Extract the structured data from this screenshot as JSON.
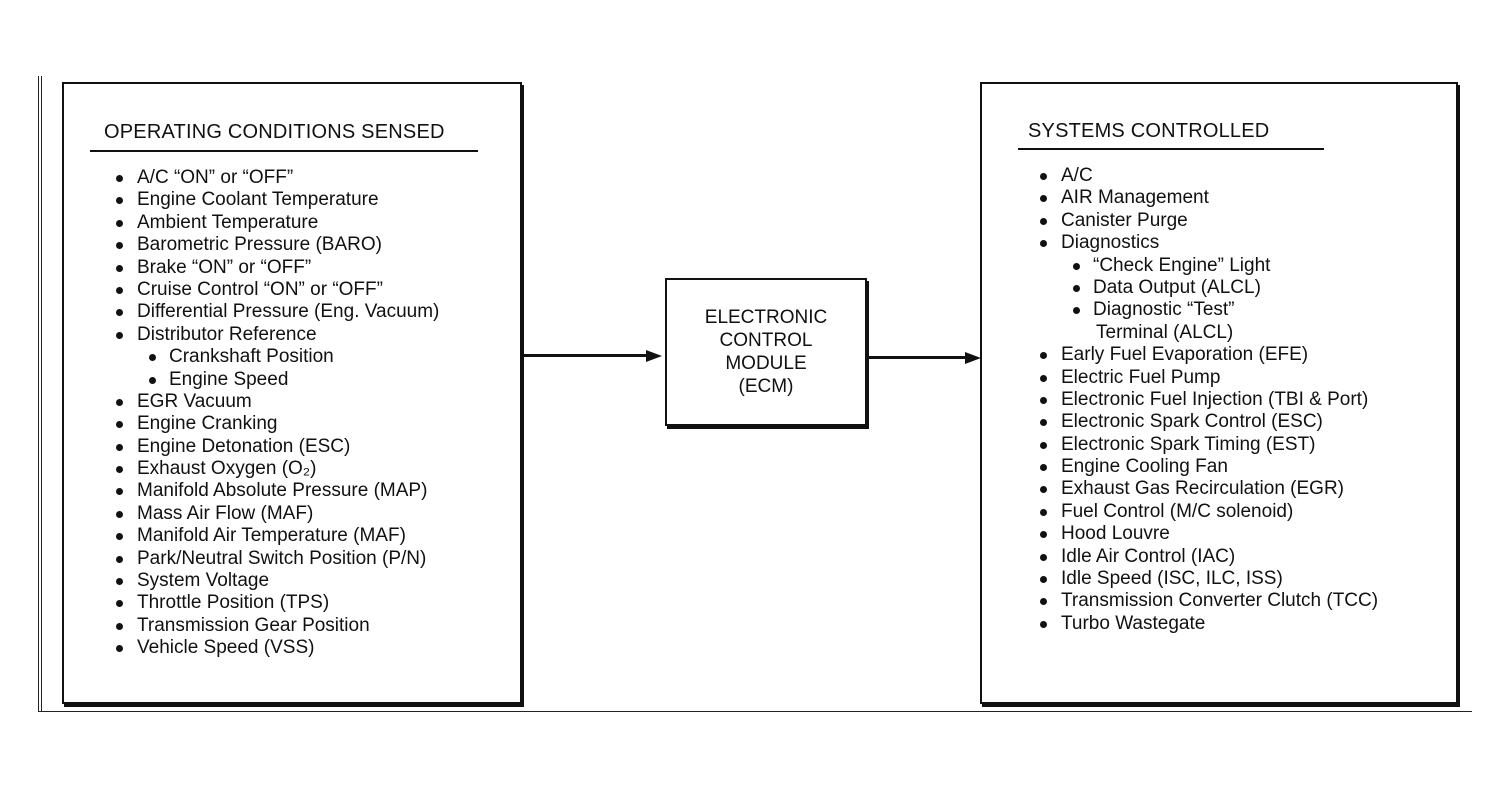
{
  "sensed": {
    "heading": "OPERATING CONDITIONS SENSED",
    "items": [
      {
        "text": "A/C “ON” or “OFF”",
        "level": 0
      },
      {
        "text": "Engine Coolant Temperature",
        "level": 0
      },
      {
        "text": "Ambient Temperature",
        "level": 0
      },
      {
        "text": "Barometric Pressure (BARO)",
        "level": 0
      },
      {
        "text": "Brake “ON” or “OFF”",
        "level": 0
      },
      {
        "text": "Cruise Control “ON” or “OFF”",
        "level": 0
      },
      {
        "text": "Differential Pressure (Eng. Vacuum)",
        "level": 0
      },
      {
        "text": "Distributor Reference",
        "level": 0
      },
      {
        "text": "Crankshaft Position",
        "level": 1
      },
      {
        "text": "Engine Speed",
        "level": 1
      },
      {
        "text": "EGR Vacuum",
        "level": 0
      },
      {
        "text": "Engine Cranking",
        "level": 0
      },
      {
        "text": "Engine Detonation (ESC)",
        "level": 0
      },
      {
        "text": "Exhaust Oxygen (O₂)",
        "level": 0
      },
      {
        "text": "Manifold Absolute Pressure (MAP)",
        "level": 0
      },
      {
        "text": "Mass Air Flow (MAF)",
        "level": 0
      },
      {
        "text": "Manifold Air Temperature (MAF)",
        "level": 0
      },
      {
        "text": "Park/Neutral Switch Position (P/N)",
        "level": 0
      },
      {
        "text": "System Voltage",
        "level": 0
      },
      {
        "text": "Throttle Position (TPS)",
        "level": 0
      },
      {
        "text": "Transmission Gear Position",
        "level": 0
      },
      {
        "text": "Vehicle Speed (VSS)",
        "level": 0
      }
    ]
  },
  "module": {
    "lines": [
      "ELECTRONIC",
      "CONTROL",
      "MODULE",
      "(ECM)"
    ]
  },
  "controlled": {
    "heading": "SYSTEMS CONTROLLED",
    "items": [
      {
        "text": "A/C",
        "level": 0
      },
      {
        "text": "AIR Management",
        "level": 0
      },
      {
        "text": "Canister Purge",
        "level": 0
      },
      {
        "text": "Diagnostics",
        "level": 0
      },
      {
        "text": "“Check Engine” Light",
        "level": 1
      },
      {
        "text": "Data Output (ALCL)",
        "level": 1
      },
      {
        "text": "Diagnostic “Test”",
        "level": 1
      },
      {
        "text": "Terminal (ALCL)",
        "level": 2
      },
      {
        "text": "Early Fuel Evaporation (EFE)",
        "level": 0
      },
      {
        "text": "Electric Fuel Pump",
        "level": 0
      },
      {
        "text": "Electronic Fuel Injection (TBI & Port)",
        "level": 0
      },
      {
        "text": "Electronic Spark Control (ESC)",
        "level": 0
      },
      {
        "text": "Electronic Spark Timing (EST)",
        "level": 0
      },
      {
        "text": "Engine Cooling Fan",
        "level": 0
      },
      {
        "text": "Exhaust Gas Recirculation (EGR)",
        "level": 0
      },
      {
        "text": "Fuel Control (M/C solenoid)",
        "level": 0
      },
      {
        "text": "Hood Louvre",
        "level": 0
      },
      {
        "text": "Idle Air Control (IAC)",
        "level": 0
      },
      {
        "text": "Idle Speed (ISC, ILC, ISS)",
        "level": 0
      },
      {
        "text": "Transmission Converter Clutch (TCC)",
        "level": 0
      },
      {
        "text": "Turbo Wastegate",
        "level": 0
      }
    ]
  }
}
